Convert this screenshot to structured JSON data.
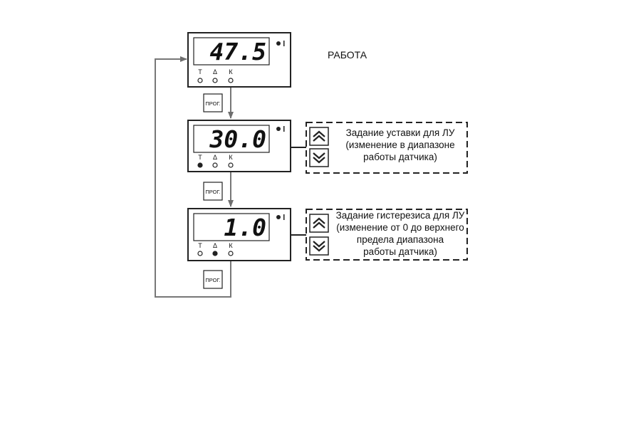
{
  "state_label": "РАБОТА",
  "prog_button": "ПРОГ.",
  "indicator_letters": [
    "Т",
    "Δ",
    "К"
  ],
  "panels": [
    {
      "display": "47.5",
      "active_led": -1
    },
    {
      "display": "30.0",
      "active_led": 0
    },
    {
      "display": "1.0",
      "active_led": 1
    }
  ],
  "descriptions": [
    {
      "lines": [
        "Задание уставки для ЛУ",
        "(изменение в диапазоне",
        "работы датчика)"
      ]
    },
    {
      "lines": [
        "Задание гистерезиса для ЛУ",
        "(изменение от 0 до верхнего",
        "предела диапазона",
        "работы датчика)"
      ]
    }
  ],
  "icons": {
    "up": "double-chevron-up-icon",
    "down": "double-chevron-down-icon"
  }
}
